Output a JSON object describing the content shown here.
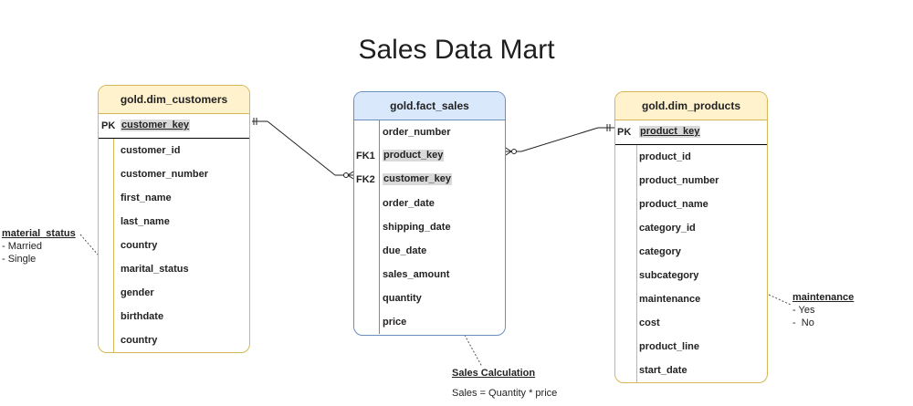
{
  "title": "Sales Data Mart",
  "customers": {
    "name": "gold.dim_customers",
    "pk_label": "PK",
    "pk_field": "customer_key",
    "fields": [
      "customer_id",
      "customer_number",
      "first_name",
      "last_name",
      "country",
      "marital_status",
      "gender",
      "birthdate",
      "country"
    ]
  },
  "sales": {
    "name": "gold.fact_sales",
    "rows": [
      {
        "key": "",
        "field": "order_number",
        "highlight": false
      },
      {
        "key": "FK1",
        "field": "product_key",
        "highlight": true
      },
      {
        "key": "FK2",
        "field": "customer_key",
        "highlight": true
      },
      {
        "key": "",
        "field": "order_date",
        "highlight": false
      },
      {
        "key": "",
        "field": "shipping_date",
        "highlight": false
      },
      {
        "key": "",
        "field": "due_date",
        "highlight": false
      },
      {
        "key": "",
        "field": "sales_amount",
        "highlight": false
      },
      {
        "key": "",
        "field": "quantity",
        "highlight": false
      },
      {
        "key": "",
        "field": "price",
        "highlight": false
      }
    ]
  },
  "products": {
    "name": "gold.dim_products",
    "pk_label": "PK",
    "pk_field": "product_key",
    "fields": [
      "product_id",
      "product_number",
      "product_name",
      "category_id",
      "category",
      "subcategory",
      "maintenance",
      "cost",
      "product_line",
      "start_date"
    ]
  },
  "notes": {
    "marital": {
      "title": "material_status",
      "lines": [
        "- Married",
        "- Single"
      ]
    },
    "maintenance": {
      "title": "maintenance",
      "lines": [
        "- Yes",
        "-  No"
      ]
    },
    "sales_calc": {
      "title": "Sales Calculation",
      "formula": "Sales = Quantity * price"
    }
  }
}
